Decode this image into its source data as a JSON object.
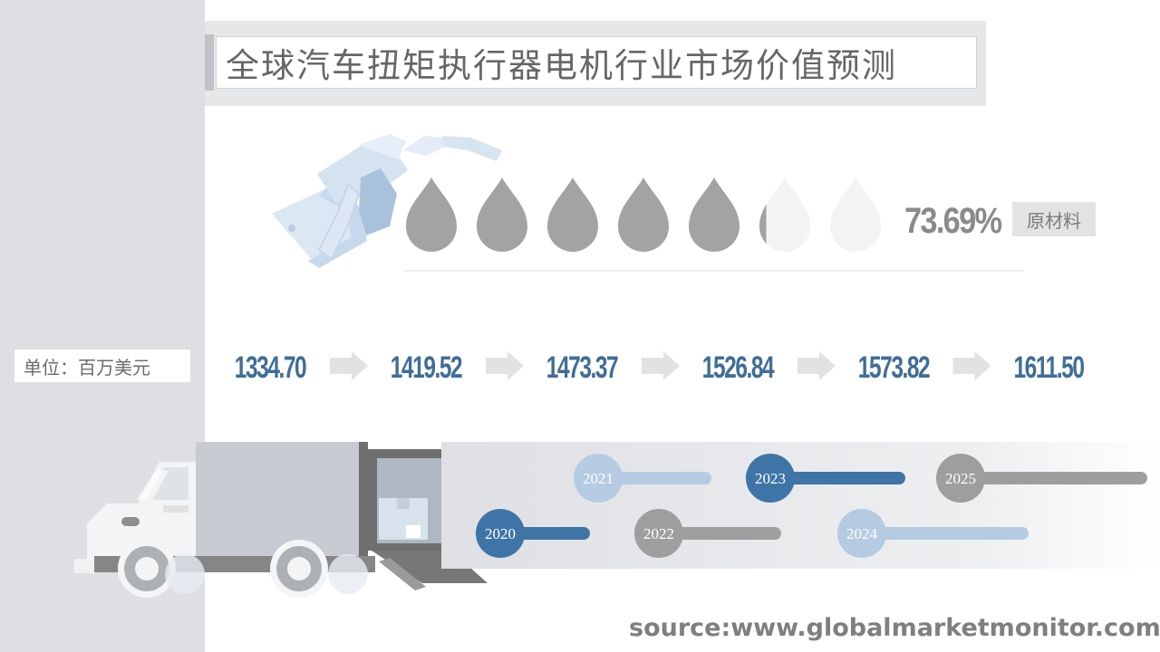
{
  "title": "全球汽车扭矩执行器电机行业市场价值预测",
  "unit_label": "单位：百万美元",
  "raw_material": {
    "percent_text": "73.69%",
    "percent_value": 73.69,
    "label": "原材料",
    "drop_count": 7
  },
  "source": "source:www.globalmarketmonitor.com",
  "colors": {
    "dark_blue": "#3f74a6",
    "light_blue": "#b4cbe2",
    "gray": "#9e9e9e",
    "drop_gray": "#a3a3a3",
    "drop_empty": "#f3f3f3",
    "value_text": "#3f6d98",
    "arrow": "#e2e2e2"
  },
  "chart_data": {
    "type": "timeline",
    "unit": "单位：百万美元",
    "years": [
      "2020",
      "2021",
      "2022",
      "2023",
      "2024",
      "2025"
    ],
    "values": [
      1334.7,
      1419.52,
      1473.37,
      1526.84,
      1573.82,
      1611.5
    ],
    "value_labels": [
      "1334.70",
      "1419.52",
      "1473.37",
      "1526.84",
      "1573.82",
      "1611.50"
    ],
    "year_colors": [
      "dark_blue",
      "light_blue",
      "gray",
      "dark_blue",
      "light_blue",
      "gray"
    ]
  }
}
